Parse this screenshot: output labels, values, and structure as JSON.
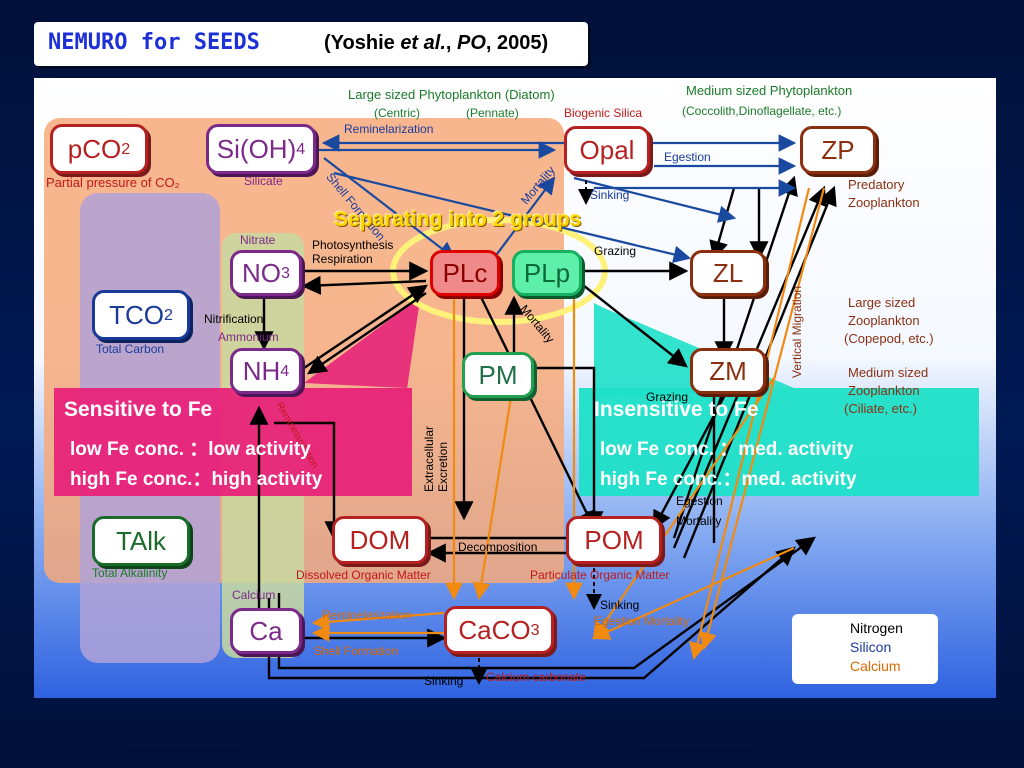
{
  "title": {
    "main": "NEMURO for SEEDS",
    "ref_open": "(Yoshie ",
    "ref_etal": "et al.",
    "ref_mid": ", ",
    "ref_journal": "PO",
    "ref_close": ", 2005)"
  },
  "nodes": {
    "pco2": "pCO",
    "pco2_sub": "2",
    "sioh4": "Si(OH)",
    "sioh4_sub": "4",
    "tco2": "TCO",
    "tco2_sub": "2",
    "no3": "NO",
    "no3_sub": "3",
    "nh4": "NH",
    "nh4_sub": "4",
    "talk": "TAlk",
    "ca": "Ca",
    "plc": "PLc",
    "plp": "PLp",
    "pm": "PM",
    "opal": "Opal",
    "zp": "ZP",
    "zl": "ZL",
    "zm": "ZM",
    "dom": "DOM",
    "pom": "POM",
    "caco3": "CaCO",
    "caco3_sub": "3"
  },
  "labels": {
    "partial_pressure": "Partial pressure of CO₂",
    "silicate": "Silicate",
    "total_carbon": "Total Carbon",
    "nitrate": "Nitrate",
    "nitrification": "Nitrification",
    "ammonium": "Ammonium",
    "photosynthesis": "Photosynthesis",
    "respiration": "Respiration",
    "total_alkalinity": "Total Alkalinity",
    "calcium": "Calcium",
    "large_phyto": "Large sized Phytoplankton (Diatom)",
    "centric": "(Centric)",
    "pennate": "(Pennate)",
    "medium_phyto": "Medium sized Phytoplankton",
    "coccolith": "(Coccolith,Dinoflagellate, etc.)",
    "biogenic_silica": "Biogenic Silica",
    "remineralization_top": "Reminelarization",
    "shell_formation_top": "Shell Formation",
    "mortality_top": "Mortality",
    "sinking_top": "Sinking",
    "egestion_top": "Egestion",
    "grazing_top": "Grazing",
    "predatory": "Predatory",
    "zooplankton": "Zooplankton",
    "large_zoo_1": "Large sized",
    "large_zoo_2": "Zooplankton",
    "large_zoo_3": "(Copepod, etc.)",
    "medium_zoo_1": "Medium sized",
    "medium_zoo_2": "Zooplankton",
    "medium_zoo_3": "(Ciliate, etc.)",
    "vertical_migration": "Vertical Migration",
    "mortality_mid": "Mortality",
    "grazing_mid": "Grazing",
    "extracellular": "Extracellular",
    "excretion": "Excretion",
    "egestion_low": "Egestion",
    "mortality_low": "Mortality",
    "decomposition": "Decomposition",
    "dom_full": "Dissolved Organic Matter",
    "pom_full": "Particulate Organic Matter",
    "sinking_pom": "Sinking",
    "egestion_mortality": "Egestion Mortality",
    "remineralization_bot": "Reminelarization",
    "shell_formation_bot": "Shell Formation",
    "sinking_bot": "Sinking",
    "calcium_carbonate": "Calcium carbonate",
    "rem_small": "Reminelarization"
  },
  "separating": "Separating into 2 groups",
  "sensitive": {
    "heading": "Sensitive to Fe",
    "line1": "low Fe conc. ：low activity",
    "line2": "high Fe conc.：high activity"
  },
  "insensitive": {
    "heading": "Insensitive to Fe",
    "line1": "low Fe conc. ：med. activity",
    "line2": "high Fe conc.：med. activity"
  },
  "legend": {
    "nitrogen": "Nitrogen",
    "silicon": "Silicon",
    "calcium": "Calcium"
  },
  "colors": {
    "nitrogen": "#000000",
    "silicon": "#1a4aa0",
    "calcium": "#f08a10",
    "sensitive_bg": "#e8237a",
    "insensitive_bg": "#1ee0c8"
  }
}
